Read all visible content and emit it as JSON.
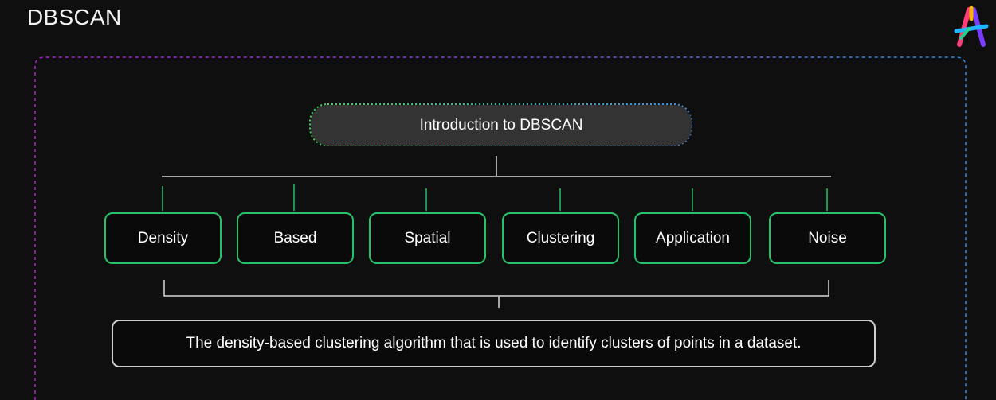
{
  "header": {
    "title": "DBSCAN",
    "logo_icon": "multicolor-letter-a-logo-icon"
  },
  "diagram": {
    "root": "Introduction to DBSCAN",
    "words": [
      "Density",
      "Based",
      "Spatial",
      "Clustering",
      "Application",
      "Noise"
    ],
    "definition": "The density-based clustering algorithm that is used to identify clusters of points in a dataset."
  },
  "colors": {
    "background": "#0f0f0f",
    "root_fill": "#333333",
    "word_border": "#27c16a",
    "frame_gradient": [
      "#b51fd8",
      "#7b4ae0",
      "#2f8fe8"
    ],
    "root_border_gradient": [
      "#3fd45a",
      "#3e8ef0"
    ],
    "connector": "#d9d9d9"
  }
}
